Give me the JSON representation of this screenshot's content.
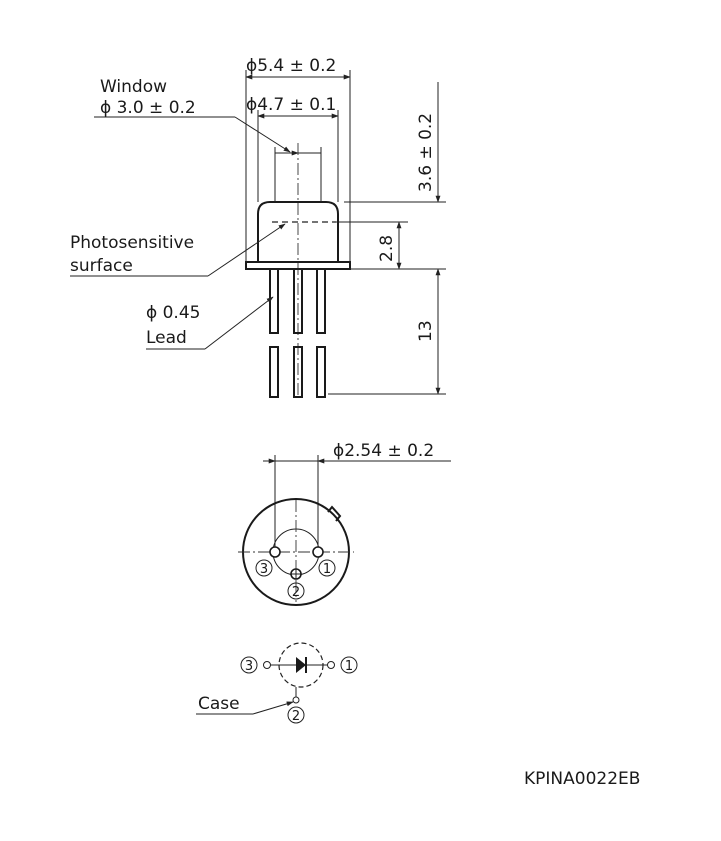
{
  "labels": {
    "window_title": "Window",
    "window_dim": "ϕ 3.0 ± 0.2",
    "outer_dia": "ϕ5.4 ± 0.2",
    "inner_dia": "ϕ4.7 ± 0.1",
    "height_dim": "3.6 ± 0.2",
    "surface_dim": "2.8",
    "lead_len": "13",
    "photosensitive_line1": "Photosensitive",
    "photosensitive_line2": "surface",
    "lead_dia": "ϕ 0.45",
    "lead_label": "Lead",
    "pin_pitch": "ϕ2.54 ± 0.2",
    "case_label": "Case",
    "drawing_code": "KPINA0022EB"
  },
  "pins": {
    "pin1": "1",
    "pin2": "2",
    "pin3": "3"
  }
}
